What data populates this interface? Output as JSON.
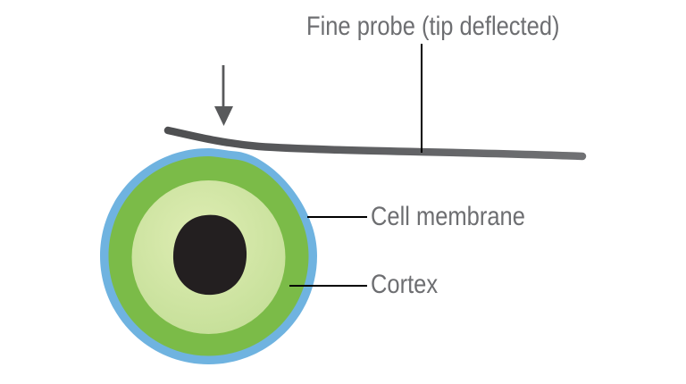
{
  "diagram": {
    "labels": {
      "probe": "Fine probe (tip deflected)",
      "cell_membrane": "Cell membrane",
      "cortex": "Cortex"
    }
  },
  "colors": {
    "background": "#FFFFFF",
    "cell_membrane_blue": "#6FB3E0",
    "cortex_green": "#7BBB48",
    "cytoplasm_light": "#DFEDB4",
    "cytoplasm_dark": "#C3DE96",
    "nucleus_black": "#231F20",
    "probe_gray_dark": "#4E4F51",
    "probe_gray_light": "#707174",
    "arrow_gray": "#58595B",
    "label_text_gray": "#6D6E71",
    "leader_line_black": "#000000"
  }
}
